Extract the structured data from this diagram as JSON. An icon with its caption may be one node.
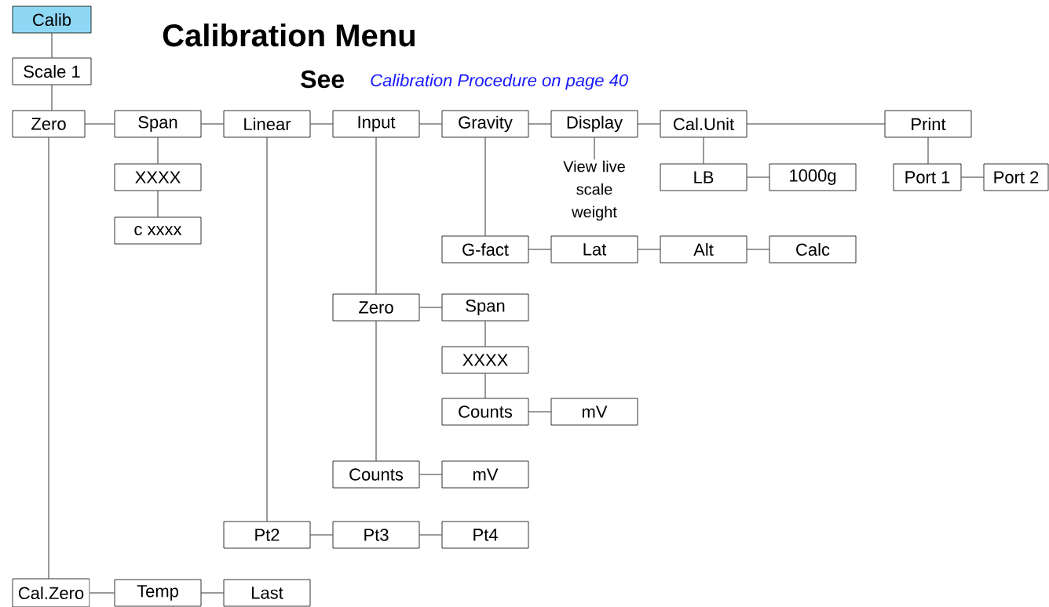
{
  "diagram": {
    "title": "Calibration Menu",
    "nodes": [
      {
        "text": [
          "Calib"
        ]
      },
      {
        "text": [
          "Scale 1"
        ]
      },
      {
        "text": [
          "Zero"
        ]
      },
      {
        "text": [
          "Span"
        ]
      },
      {
        "text": [
          "Linear"
        ]
      },
      {
        "text": [
          "Input"
        ]
      },
      {
        "text": [
          "Gravity"
        ]
      },
      {
        "text": [
          "Display"
        ]
      },
      {
        "text": [
          "Cal.Unit"
        ]
      },
      {
        "text": [
          "Print"
        ]
      },
      {
        "text": [
          "XXXX"
        ]
      },
      {
        "text": [
          "c  xxxx"
        ]
      },
      {
        "text": [
          "View live scale weight"
        ]
      },
      {
        "text": [
          "LB"
        ]
      },
      {
        "text": [
          "1000g"
        ]
      },
      {
        "text": [
          "Port 1"
        ]
      },
      {
        "text": [
          "Port 2"
        ]
      },
      {
        "text": [
          "G-fact"
        ]
      },
      {
        "text": [
          "Lat"
        ]
      },
      {
        "text": [
          "Alt"
        ]
      },
      {
        "text": [
          "Calc"
        ]
      },
      {
        "text": [
          "Zero"
        ]
      },
      {
        "text": [
          "Span"
        ]
      },
      {
        "text": [
          "XXXX"
        ]
      },
      {
        "text": [
          "Counts"
        ]
      },
      {
        "text": [
          "mV"
        ]
      },
      {
        "text": [
          "Counts"
        ]
      },
      {
        "text": [
          "mV"
        ]
      },
      {
        "text": [
          "Pt2"
        ]
      },
      {
        "text": [
          "Pt3"
        ]
      },
      {
        "text": [
          "Pt4"
        ]
      },
      {
        "text": [
          "Cal.Zero"
        ]
      },
      {
        "text": [
          "Temp"
        ]
      },
      {
        "text": [
          "Last"
        ]
      }
    ],
    "edges": [
      {
        "from": 0,
        "to": 1,
        "arrow": "none"
      },
      {
        "from": 1,
        "to": 2,
        "arrow": "none"
      },
      {
        "from": 2,
        "to": 3,
        "arrow": "none"
      },
      {
        "from": 3,
        "to": 4,
        "arrow": "none"
      },
      {
        "from": 4,
        "to": 5,
        "arrow": "none"
      },
      {
        "from": 5,
        "to": 6,
        "arrow": "none"
      },
      {
        "from": 6,
        "to": 7,
        "arrow": "none"
      },
      {
        "from": 7,
        "to": 8,
        "arrow": "none"
      },
      {
        "from": 8,
        "to": 9,
        "arrow": "none"
      },
      {
        "from": 3,
        "to": 10,
        "arrow": "none"
      },
      {
        "from": 10,
        "to": 11,
        "arrow": "none"
      },
      {
        "from": 7,
        "to": 12,
        "arrow": "none"
      },
      {
        "from": 8,
        "to": 13,
        "arrow": "none"
      },
      {
        "from": 13,
        "to": 14,
        "arrow": "none"
      },
      {
        "from": 9,
        "to": 15,
        "arrow": "none"
      },
      {
        "from": 15,
        "to": 16,
        "arrow": "none"
      },
      {
        "from": 6,
        "to": 17,
        "arrow": "none"
      },
      {
        "from": 17,
        "to": 18,
        "arrow": "none"
      },
      {
        "from": 18,
        "to": 19,
        "arrow": "none"
      },
      {
        "from": 19,
        "to": 20,
        "arrow": "none"
      },
      {
        "from": 5,
        "to": 21,
        "arrow": "none"
      },
      {
        "from": 21,
        "to": 22,
        "arrow": "none"
      },
      {
        "from": 22,
        "to": 23,
        "arrow": "none"
      },
      {
        "from": 23,
        "to": 24,
        "arrow": "none"
      },
      {
        "from": 24,
        "to": 25,
        "arrow": "none"
      },
      {
        "from": 21,
        "to": 26,
        "arrow": "none"
      },
      {
        "from": 26,
        "to": 27,
        "arrow": "none"
      },
      {
        "from": 4,
        "to": 28,
        "arrow": "none"
      },
      {
        "from": 28,
        "to": 29,
        "arrow": "none"
      },
      {
        "from": 29,
        "to": 30,
        "arrow": "none"
      },
      {
        "from": 2,
        "to": 31,
        "arrow": "none"
      },
      {
        "from": 31,
        "to": 32,
        "arrow": "none"
      },
      {
        "from": 32,
        "to": 33,
        "arrow": "none"
      }
    ],
    "labels": [
      "See",
      "Calibration Procedure on page 40"
    ]
  }
}
